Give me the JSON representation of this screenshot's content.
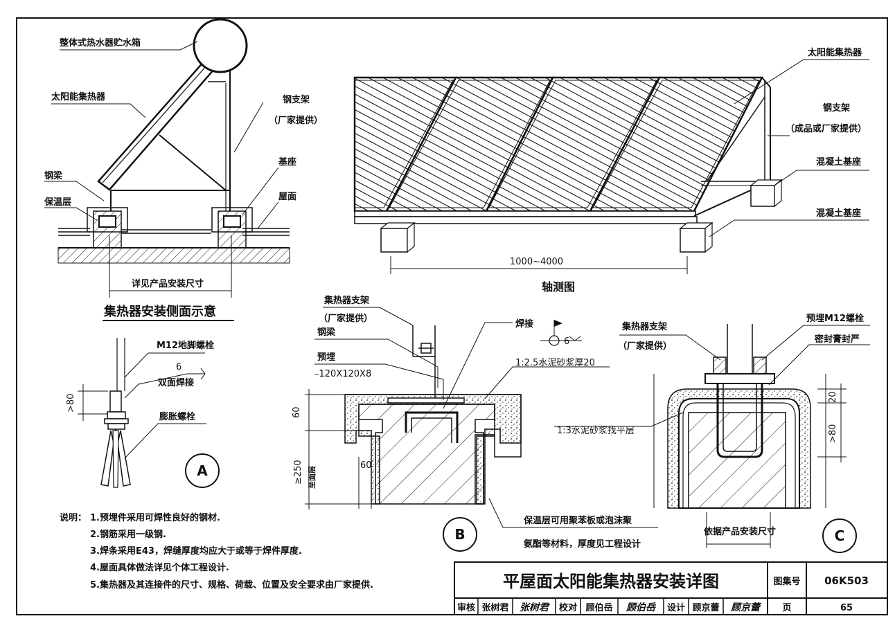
{
  "side_view": {
    "tank_label": "整体式热水器贮水箱",
    "collector_label": "太阳能集热器",
    "bracket_label": "钢支架",
    "bracket_sub": "（厂家提供）",
    "beam_label": "钢梁",
    "insulation_label": "保温层",
    "base_label": "基座",
    "roof_label": "屋面",
    "dim_label": "详见产品安装尺寸",
    "caption": "集热器安装侧面示意"
  },
  "axon": {
    "collector_label": "太阳能集热器",
    "bracket_label": "钢支架",
    "bracket_sub": "（成品或厂家提供）",
    "base_label_1": "混凝土基座",
    "base_label_2": "混凝土基座",
    "dim_label": "1000~4000",
    "caption": "轴测图"
  },
  "detail_a": {
    "bolt_label": "M12地脚螺栓",
    "weld_size": "6",
    "weld_label": "双面焊接",
    "dim_label": ">80",
    "anchor_label": "膨胀螺栓",
    "marker": "A"
  },
  "detail_b": {
    "support_label": "集热器支架",
    "support_sub": "（厂家提供）",
    "beam_label": "钢梁",
    "embed_label": "预埋",
    "plate_label": "–120X120X8",
    "weld_label": "焊接",
    "weld_size": "6",
    "mortar_label": "1:2.5水泥砂浆厚20",
    "dim_60": "60",
    "dim_60b": "60",
    "dim_250": "≥250",
    "dim_250_sub": "至面层",
    "insul_note_1": "保温层可用聚苯板或泡沫聚",
    "insul_note_2": "氨酯等材料，厚度见工程设计",
    "marker": "B"
  },
  "detail_c": {
    "support_label": "集热器支架",
    "support_sub": "（厂家提供）",
    "bolt_label": "预埋M12螺栓",
    "seal_label": "密封膏封严",
    "mortar_label": "1:3水泥砂浆找平层",
    "dim_20": "20",
    "dim_80": ">80",
    "dim_label": "依据产品安装尺寸",
    "marker": "C"
  },
  "notes": {
    "heading": "说明：",
    "items": [
      "1.预埋件采用可焊性良好的钢材.",
      "2.钢筋采用一级钢.",
      "3.焊条采用E43，焊缝厚度均应大于或等于焊件厚度.",
      "4.屋面具体做法详见个体工程设计.",
      "5.集热器及其连接件的尺寸、规格、荷载、位置及安全要求由厂家提供."
    ]
  },
  "title_block": {
    "title": "平屋面太阳能集热器安装详图",
    "atlas_label": "图集号",
    "atlas_no": "06K503",
    "review_label": "审核",
    "reviewer": "张树君",
    "check_label": "校对",
    "checker": "顾伯岳",
    "design_label": "设计",
    "designer": "顾京蕾",
    "page_label": "页",
    "page_no": "65"
  }
}
